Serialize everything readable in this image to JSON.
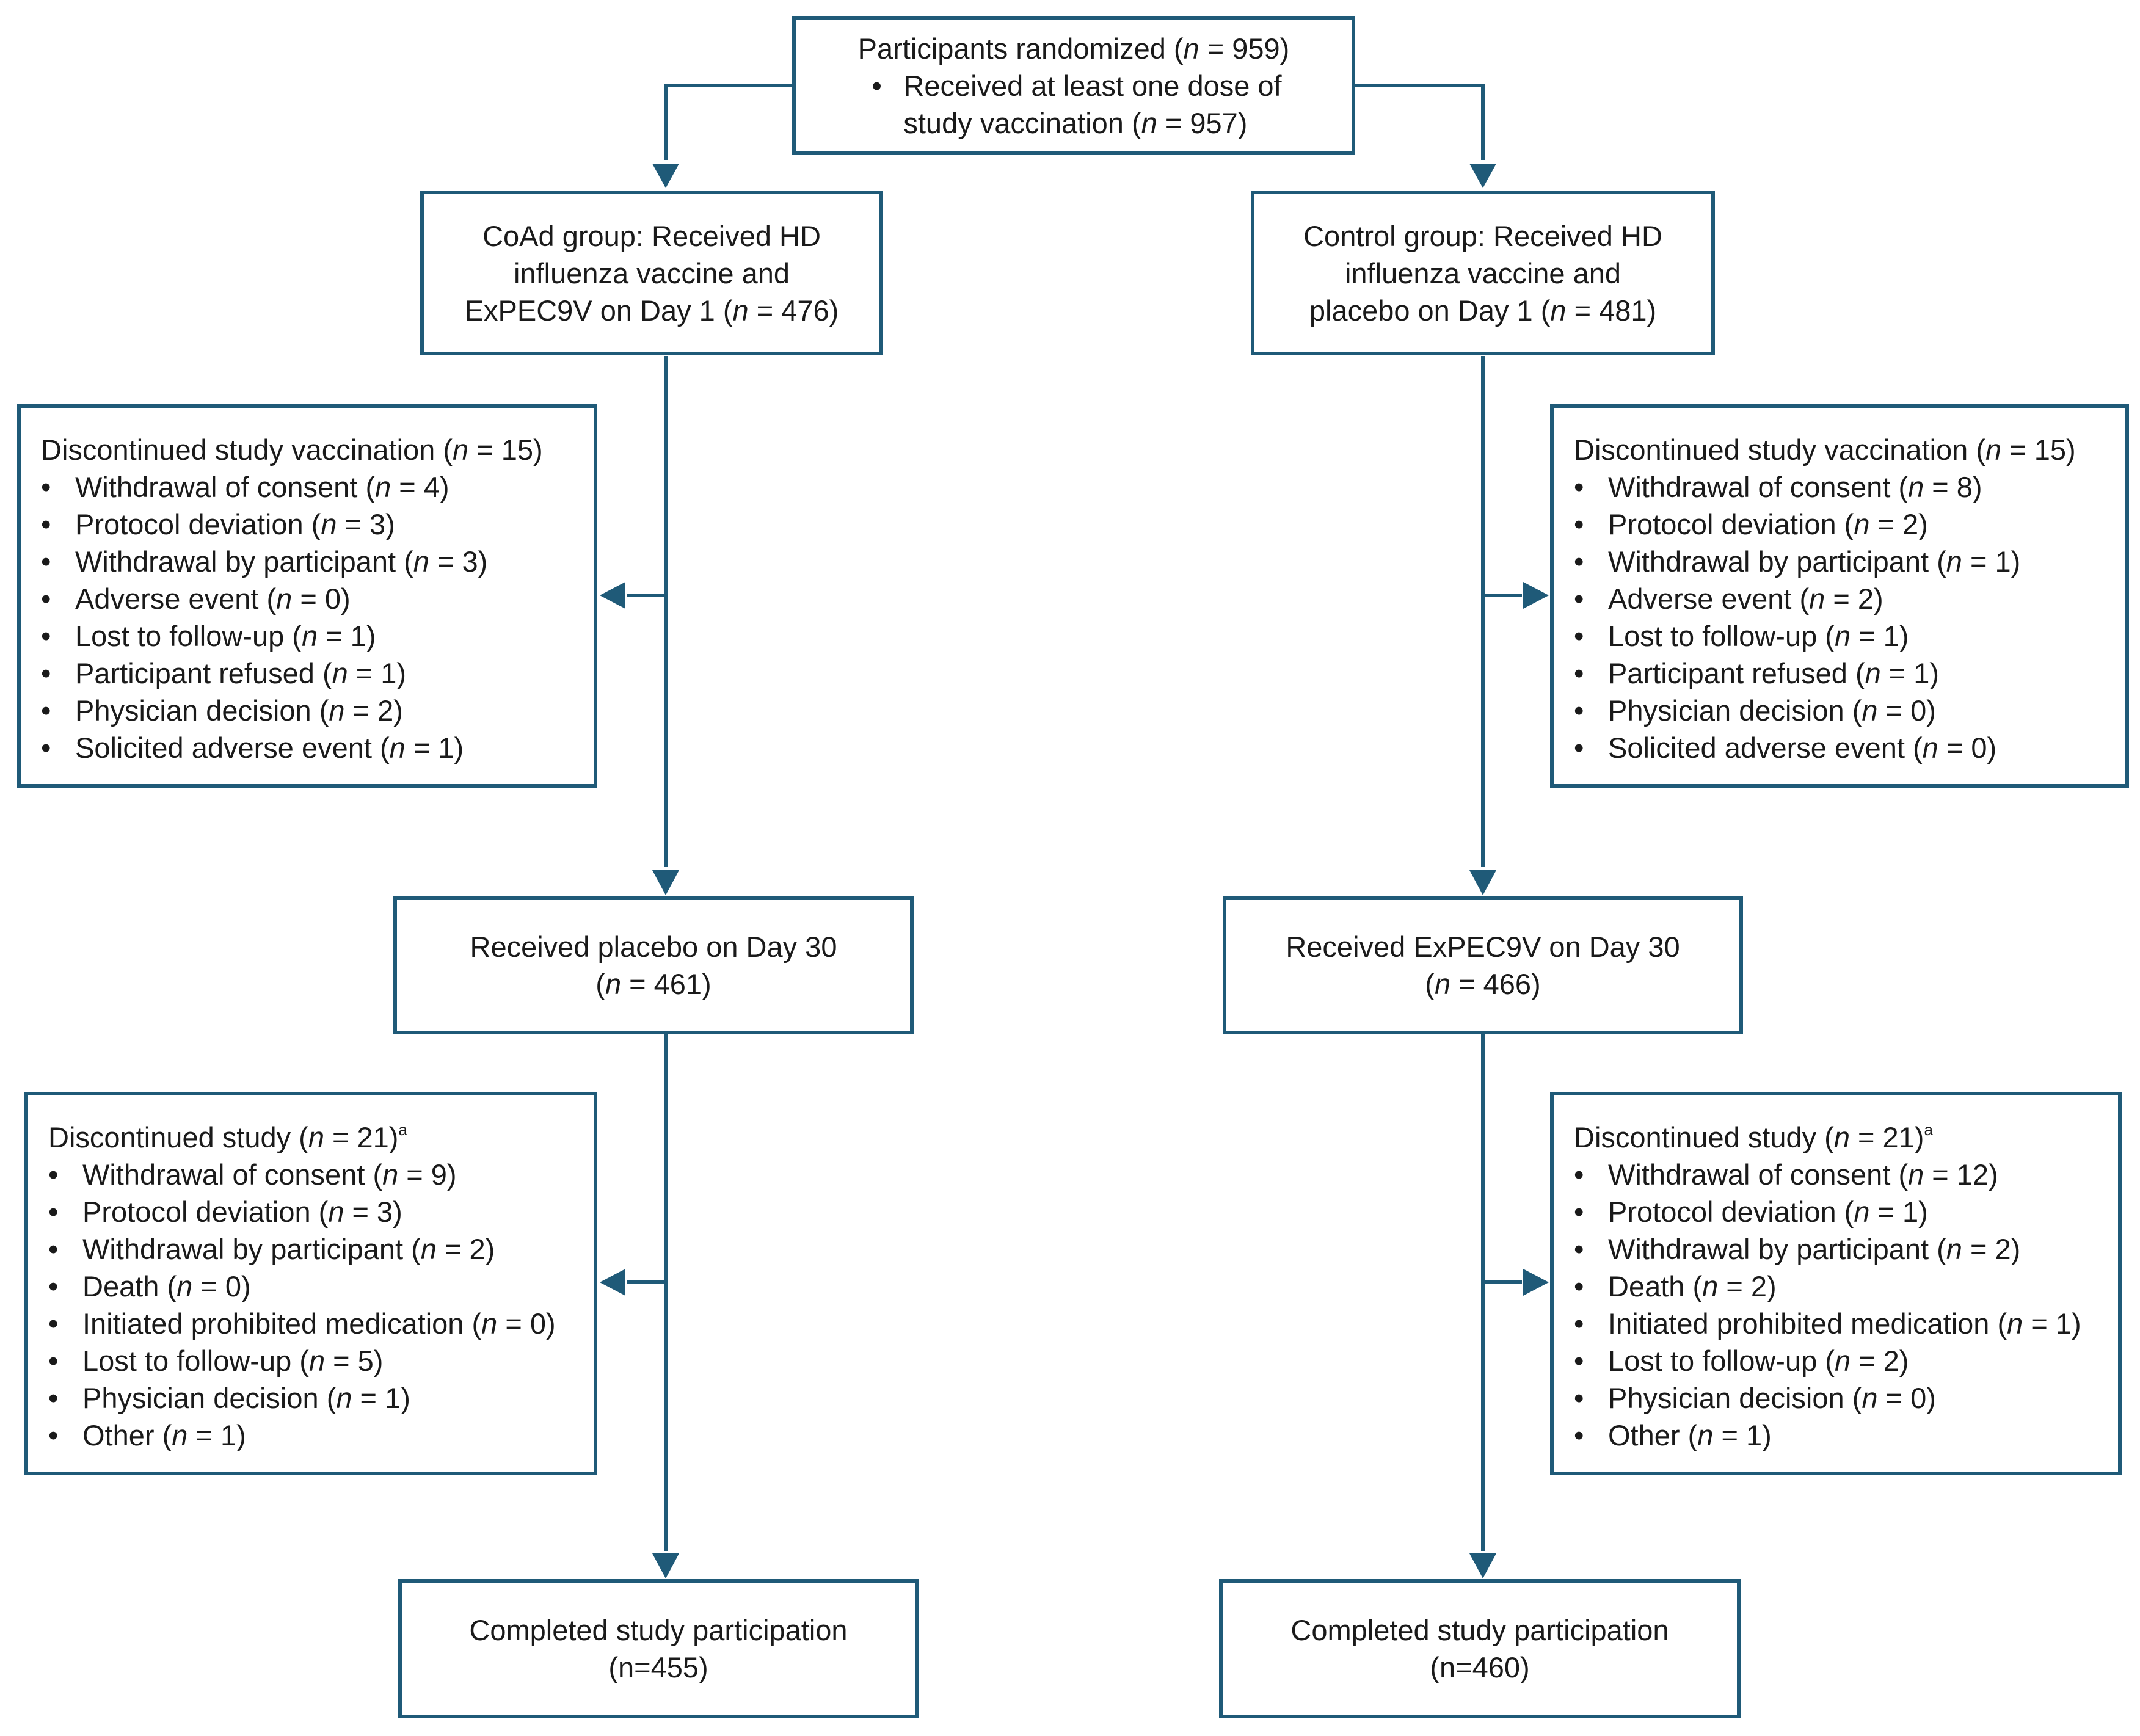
{
  "diagram": {
    "top": {
      "title": "Participants randomized (n = 959)",
      "sub_item_line1": "Received at least one dose of",
      "sub_item_line2": "study vaccination (n = 957)"
    },
    "coad_group": {
      "line1": "CoAd group: Received HD",
      "line2": "influenza vaccine and",
      "line3": "ExPEC9V on Day 1 (n = 476)"
    },
    "control_group": {
      "line1": "Control group: Received HD",
      "line2": "influenza vaccine and",
      "line3": "placebo on Day 1 (n = 481)"
    },
    "left_discontinued_vaccination": {
      "heading": "Discontinued study vaccination (n = 15)",
      "items": [
        "Withdrawal of consent (n = 4)",
        "Protocol deviation (n = 3)",
        "Withdrawal by participant (n = 3)",
        "Adverse event (n = 0)",
        "Lost to follow-up (n = 1)",
        "Participant refused (n = 1)",
        "Physician decision (n = 2)",
        "Solicited adverse event (n = 1)"
      ]
    },
    "right_discontinued_vaccination": {
      "heading": "Discontinued study vaccination (n = 15)",
      "items": [
        "Withdrawal of consent (n = 8)",
        "Protocol deviation (n = 2)",
        "Withdrawal by participant (n = 1)",
        "Adverse event (n = 2)",
        "Lost to follow-up (n = 1)",
        "Participant refused (n = 1)",
        "Physician decision (n = 0)",
        "Solicited adverse event (n = 0)"
      ]
    },
    "left_day30": {
      "line1": "Received placebo on Day 30",
      "line2": "(n = 461)"
    },
    "right_day30": {
      "line1": "Received ExPEC9V on Day 30",
      "line2": "(n = 466)"
    },
    "left_discontinued_study": {
      "heading": "Discontinued study (n = 21)",
      "footnote_mark": "a",
      "items": [
        "Withdrawal of consent (n = 9)",
        "Protocol deviation (n = 3)",
        "Withdrawal by participant (n = 2)",
        "Death (n = 0)",
        "Initiated prohibited medication (n = 0)",
        "Lost to follow-up (n = 5)",
        "Physician decision (n = 1)",
        "Other (n = 1)"
      ]
    },
    "right_discontinued_study": {
      "heading": "Discontinued study (n = 21)",
      "footnote_mark": "a",
      "items": [
        "Withdrawal of consent (n = 12)",
        "Protocol deviation (n = 1)",
        "Withdrawal by participant (n = 2)",
        "Death (n = 2)",
        "Initiated prohibited medication (n = 1)",
        "Lost to follow-up (n = 2)",
        "Physician decision (n = 0)",
        "Other (n = 1)"
      ]
    },
    "left_completed": {
      "line1": "Completed study participation",
      "line2": "(n=455)"
    },
    "right_completed": {
      "line1": "Completed study participation",
      "line2": "(n=460)"
    }
  }
}
